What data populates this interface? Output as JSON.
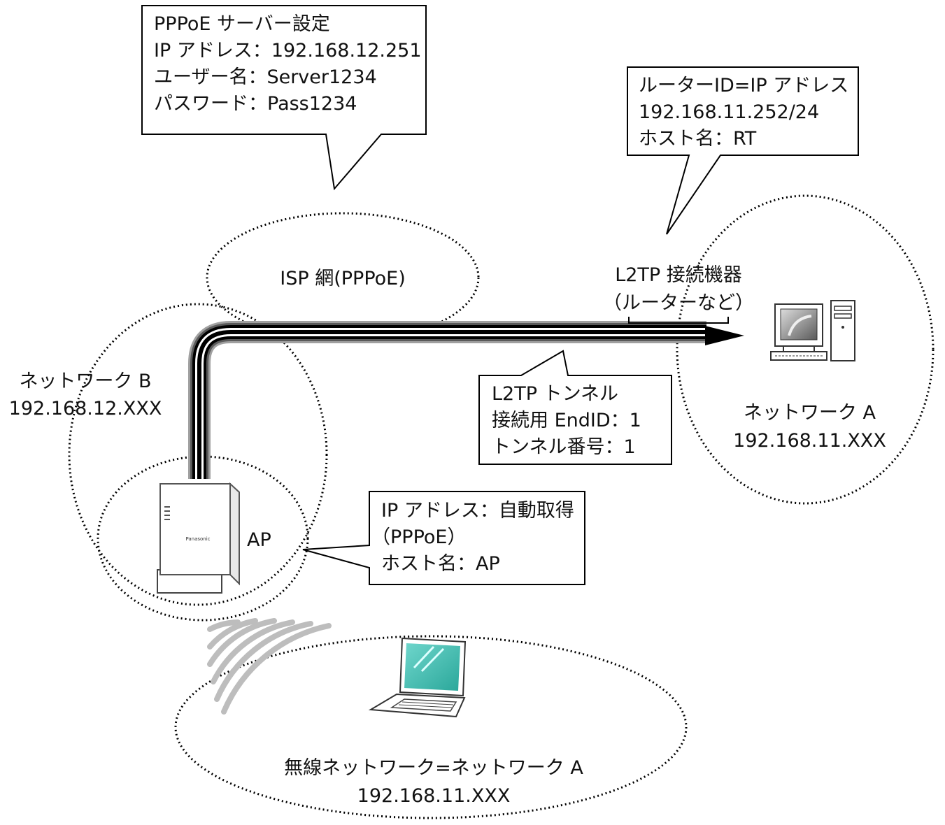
{
  "pppoe_server": {
    "lines": [
      "PPPoE サーバー設定",
      "IP アドレス：192.168.12.251",
      "ユーザー名：Server1234",
      "パスワード：Pass1234"
    ]
  },
  "router_info": {
    "lines": [
      "ルーターID=IP アドレス",
      "192.168.11.252/24",
      "ホスト名：RT"
    ]
  },
  "isp_cloud": {
    "label": "ISP 網(PPPoE)"
  },
  "l2tp_device": {
    "line1": "L2TP 接続機器",
    "line2": "（ルーターなど）"
  },
  "network_b": {
    "name": "ネットワーク B",
    "subnet": "192.168.12.XXX"
  },
  "network_a": {
    "name": "ネットワーク A",
    "subnet": "192.168.11.XXX"
  },
  "tunnel_info": {
    "lines": [
      "L2TP トンネル",
      "接続用 EndID：1",
      "トンネル番号：1"
    ]
  },
  "ap": {
    "label": "AP",
    "brand": "Panasonic",
    "info_lines": [
      "IP アドレス：自動取得",
      "（PPPoE）",
      "ホスト名：AP"
    ]
  },
  "wireless_network": {
    "name": "無線ネットワーク=ネットワーク A",
    "subnet": "192.168.11.XXX"
  },
  "colors": {
    "line": "#000000",
    "screen": "#3fbfb0",
    "tube_edge": "#9a9a9a"
  }
}
